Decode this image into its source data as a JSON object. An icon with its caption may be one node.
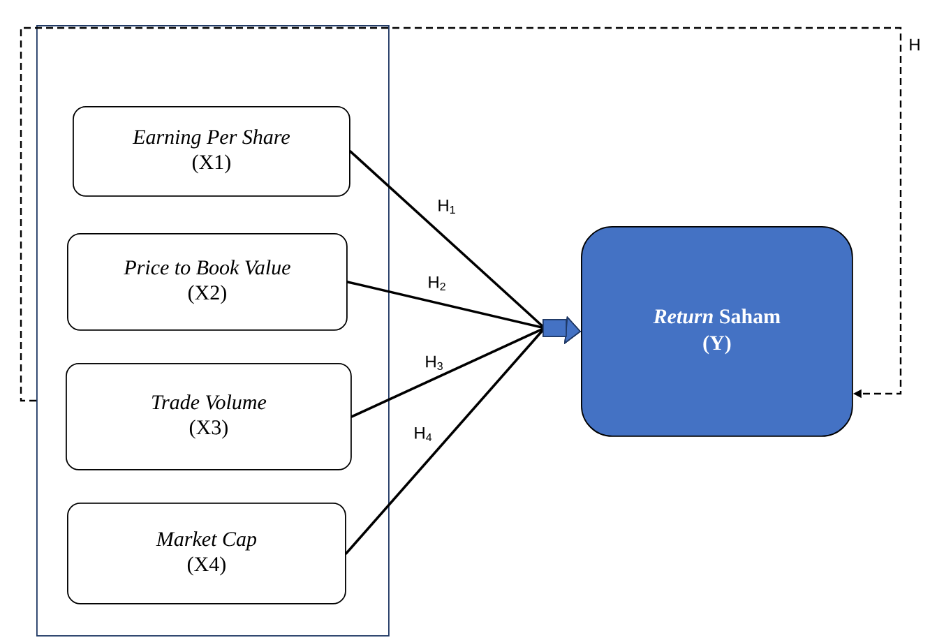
{
  "diagram": {
    "nodes": [
      {
        "text": [],
        "shape": "box"
      },
      {
        "text": [
          "Earning Per Share",
          "(X1)"
        ],
        "in": 0
      },
      {
        "text": [
          "Price to Book Value",
          "(X2)"
        ],
        "in": 0
      },
      {
        "text": [
          "Trade Volume",
          "(X3)"
        ],
        "in": 0
      },
      {
        "text": [
          "Market Cap",
          "(X4)"
        ],
        "in": 0
      },
      {
        "text": [
          "*Return* Saham",
          "(Y)"
        ]
      }
    ],
    "edges": [
      {
        "from": 1,
        "to": 5,
        "arrow": "to",
        "label": "H$_{1}$"
      },
      {
        "from": 2,
        "to": 5,
        "arrow": "to",
        "label": "H$_{2}$"
      },
      {
        "from": 3,
        "to": 5,
        "arrow": "to",
        "label": "H$_{3}$"
      },
      {
        "from": 4,
        "to": 5,
        "arrow": "to",
        "label": "H$_{4}$"
      },
      {
        "from": 0,
        "to": 5,
        "arrow": "to",
        "label": "H",
        "style": "dashed"
      }
    ]
  }
}
